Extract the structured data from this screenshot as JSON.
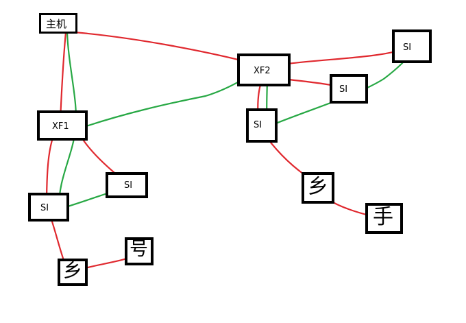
{
  "colors": {
    "background": "#ffffff",
    "box_border": "#000000",
    "red_wire": "#e0282e",
    "green_wire": "#27a844"
  },
  "nodes": {
    "host": "主机",
    "xf1": "XF1",
    "xf2": "XF2",
    "si_left": "SI",
    "si_left_right": "SI",
    "si_right_low": "SI",
    "si_right_mid": "SI",
    "si_right_top": "SI",
    "hand_left_a": "乡",
    "hand_left_b": "号",
    "hand_right_a": "乡",
    "hand_right_b": "手"
  }
}
